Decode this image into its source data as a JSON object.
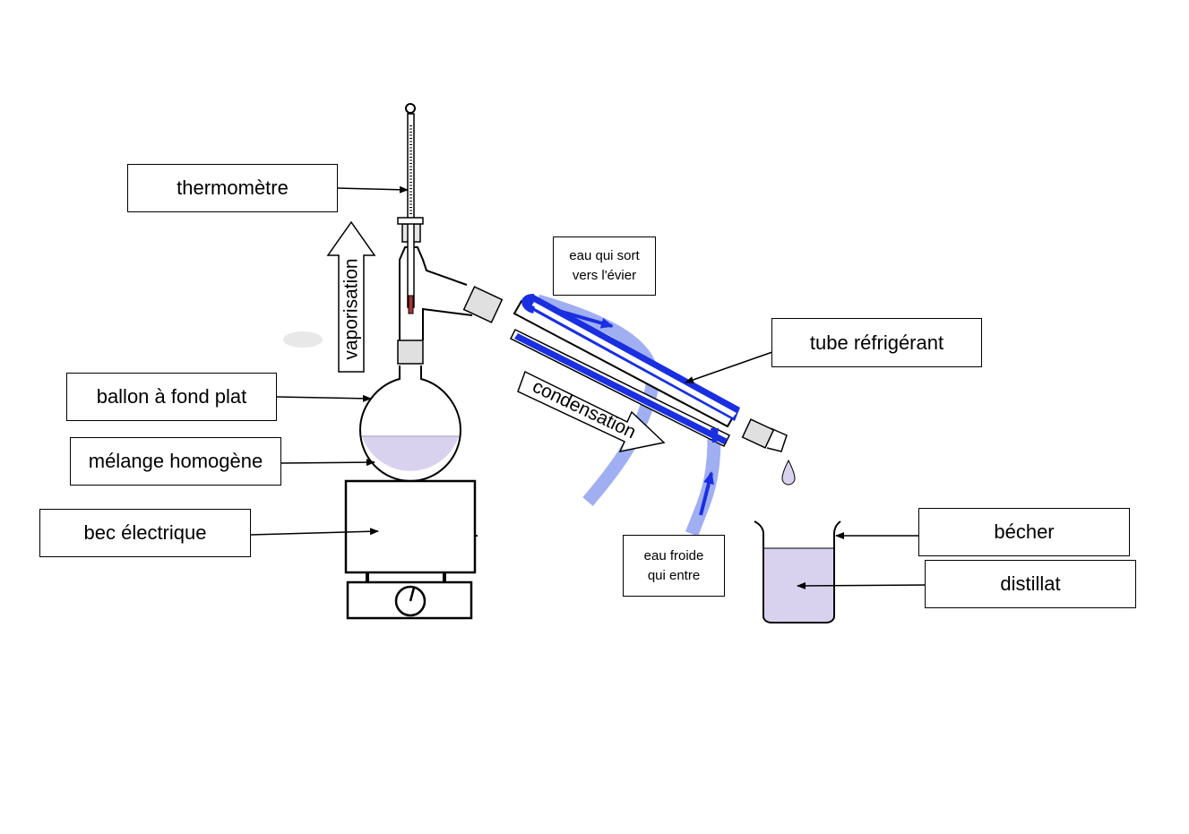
{
  "labels": {
    "thermometer": "thermomètre",
    "flask": "ballon à fond plat",
    "mixture": "mélange homogène",
    "heater": "bec électrique",
    "water_out": "eau qui sort\nvers l'évier",
    "condenser": "tube réfrigérant",
    "water_in": "eau froide\nqui entre",
    "beaker": "bécher",
    "distillate": "distillat"
  },
  "process": {
    "vaporisation": "vaporisation",
    "condensation": "condensation"
  },
  "colors": {
    "liquid": "#d9d2ef",
    "cooling_water": "#1a2fe0",
    "water_hose": "#8fa0f0",
    "outline": "#000000"
  }
}
